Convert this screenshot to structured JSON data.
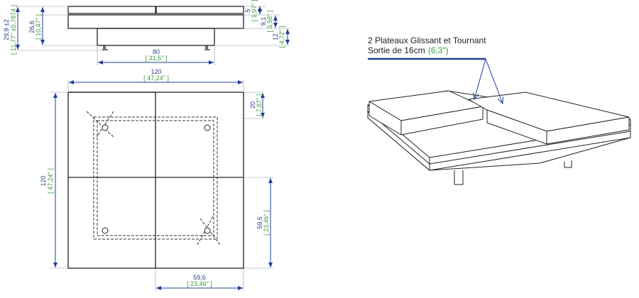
{
  "side_view": {
    "total_height": {
      "mm": "29,9 ±2",
      "in": "[ 11,77\" ±0,7874 ]"
    },
    "body_height": {
      "mm": "26,6",
      "in": "[ 10,47\" ]"
    },
    "tray_height": {
      "mm": "5",
      "in": "[ 1,97\" ]"
    },
    "top_height": {
      "mm": "9,1",
      "in": "[ 3,58\" ]"
    },
    "base_height": {
      "mm": "12",
      "in": "[ 4,72\" ]"
    },
    "base_width": {
      "mm": "80",
      "in": "[ 31,5\" ]"
    }
  },
  "plan_view": {
    "width": {
      "mm": "120",
      "in": "[ 47,24\" ]"
    },
    "depth": {
      "mm": "120",
      "in": "[ 47,24\" ]"
    },
    "offset": {
      "mm": "20",
      "in": "[ 7,87\" ]"
    },
    "tray_depth": {
      "mm": "59,6",
      "in": "[ 23,46\" ]"
    },
    "tray_width": {
      "mm": "59,6",
      "in": "[ 23,46\" ]"
    }
  },
  "perspective": {
    "label_line1": "2 Plateaux Glissant et Tournant",
    "label_line2": "Sortie de 16cm",
    "label_inch": "(6,3\")"
  },
  "colors": {
    "dimension": "#1f3f9a",
    "inch": "#3a9a3a",
    "line": "#222222"
  }
}
